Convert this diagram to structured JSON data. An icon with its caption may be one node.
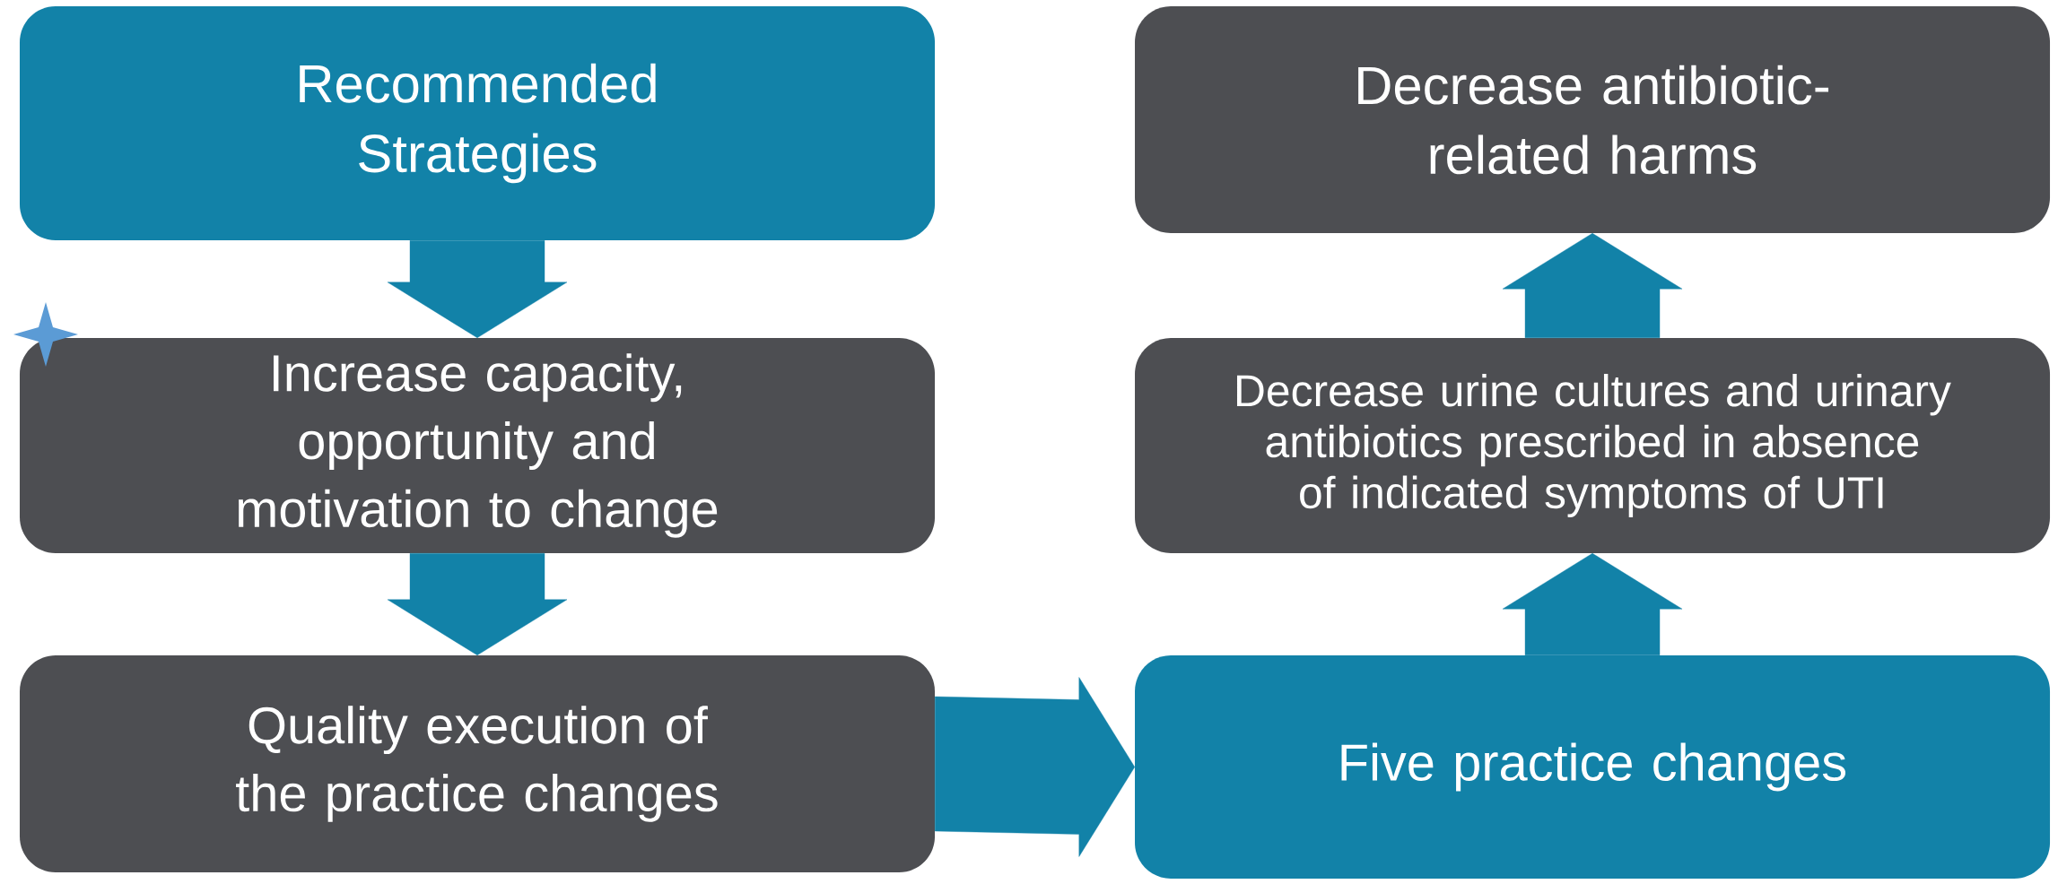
{
  "diagram": {
    "nodes": [
      {
        "text": [
          "Recommended Strategies"
        ]
      },
      {
        "text": [
          "Increase capacity, opportunity and motivation to change"
        ]
      },
      {
        "text": [
          "Quality execution of the practice changes"
        ]
      },
      {
        "text": [
          "Decrease antibiotic-related harms"
        ]
      },
      {
        "text": [
          "Decrease urine cultures and urinary antibiotics prescribed in absence of indicated symptoms of UTI"
        ]
      },
      {
        "text": [
          "Five practice changes"
        ]
      }
    ],
    "edges": [
      {
        "from": 0,
        "to": 1,
        "arrow": "to"
      },
      {
        "from": 1,
        "to": 2,
        "arrow": "to"
      },
      {
        "from": 2,
        "to": 5,
        "arrow": "to"
      },
      {
        "from": 5,
        "to": 4,
        "arrow": "to"
      },
      {
        "from": 4,
        "to": 3,
        "arrow": "to"
      }
    ]
  }
}
